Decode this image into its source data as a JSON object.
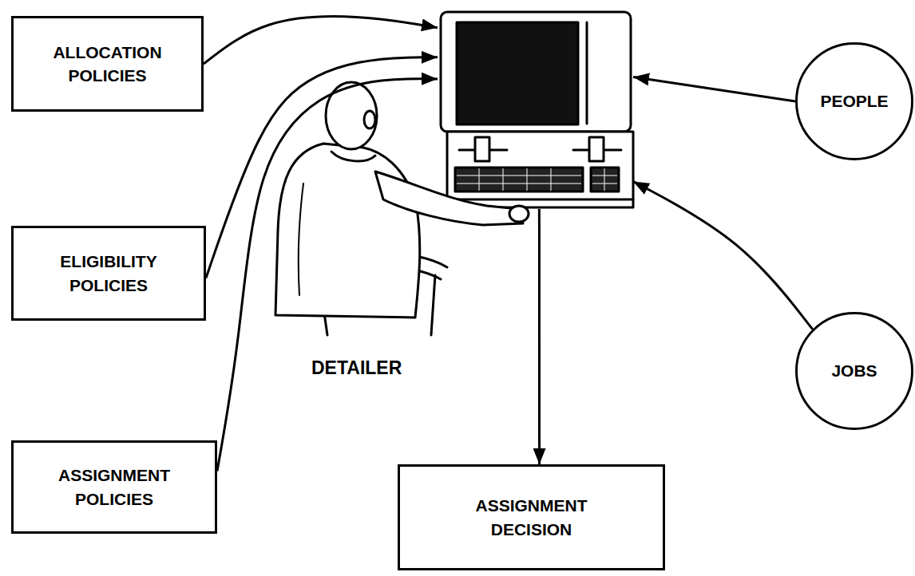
{
  "diagram": {
    "nodes": [
      {
        "text": [
          "ALLOCATION POLICIES"
        ]
      },
      {
        "text": [
          "ELIGIBILITY POLICIES"
        ]
      },
      {
        "text": [
          "ASSIGNMENT POLICIES"
        ]
      },
      {
        "text": [
          "DETAILER"
        ]
      },
      {
        "text": [
          "PEOPLE"
        ]
      },
      {
        "text": [
          "JOBS"
        ]
      },
      {
        "text": [
          "ASSIGNMENT DECISION"
        ]
      }
    ],
    "edges": [
      {
        "from": 0,
        "to": 3,
        "arrow": "to"
      },
      {
        "from": 1,
        "to": 3,
        "arrow": "to"
      },
      {
        "from": 2,
        "to": 3,
        "arrow": "to"
      },
      {
        "from": 4,
        "to": 3,
        "arrow": "to"
      },
      {
        "from": 5,
        "to": 3,
        "arrow": "to"
      },
      {
        "from": 3,
        "to": 6,
        "arrow": "to"
      }
    ]
  }
}
